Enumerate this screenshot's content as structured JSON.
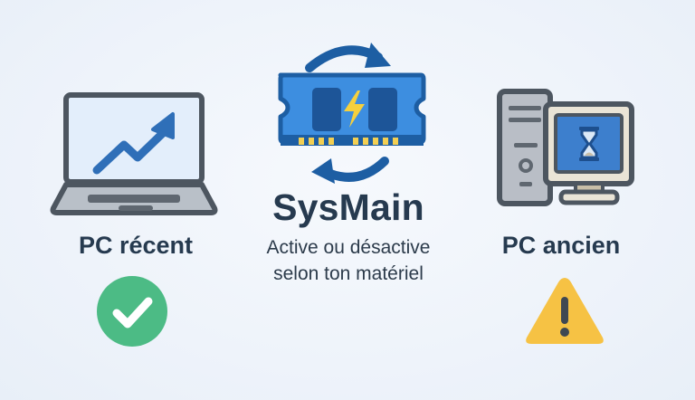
{
  "center": {
    "title": "SysMain",
    "subtitle_line1": "Active ou désactive",
    "subtitle_line2": "selon ton matériel",
    "icon": "ram-module-refresh-icon"
  },
  "left": {
    "label": "PC récent",
    "icon": "laptop-chart-up-icon",
    "status_icon": "check-circle-icon",
    "status_color": "#4cbb85"
  },
  "right": {
    "label": "PC ancien",
    "icon": "old-desktop-hourglass-icon",
    "status_icon": "warning-triangle-icon",
    "status_color": "#f6c244"
  },
  "colors": {
    "background": "#eef3fa",
    "text_dark": "#263a4f",
    "accent_blue": "#2f6fb8",
    "dark_blue": "#1d5ea3",
    "frame_gray": "#4d5660"
  }
}
